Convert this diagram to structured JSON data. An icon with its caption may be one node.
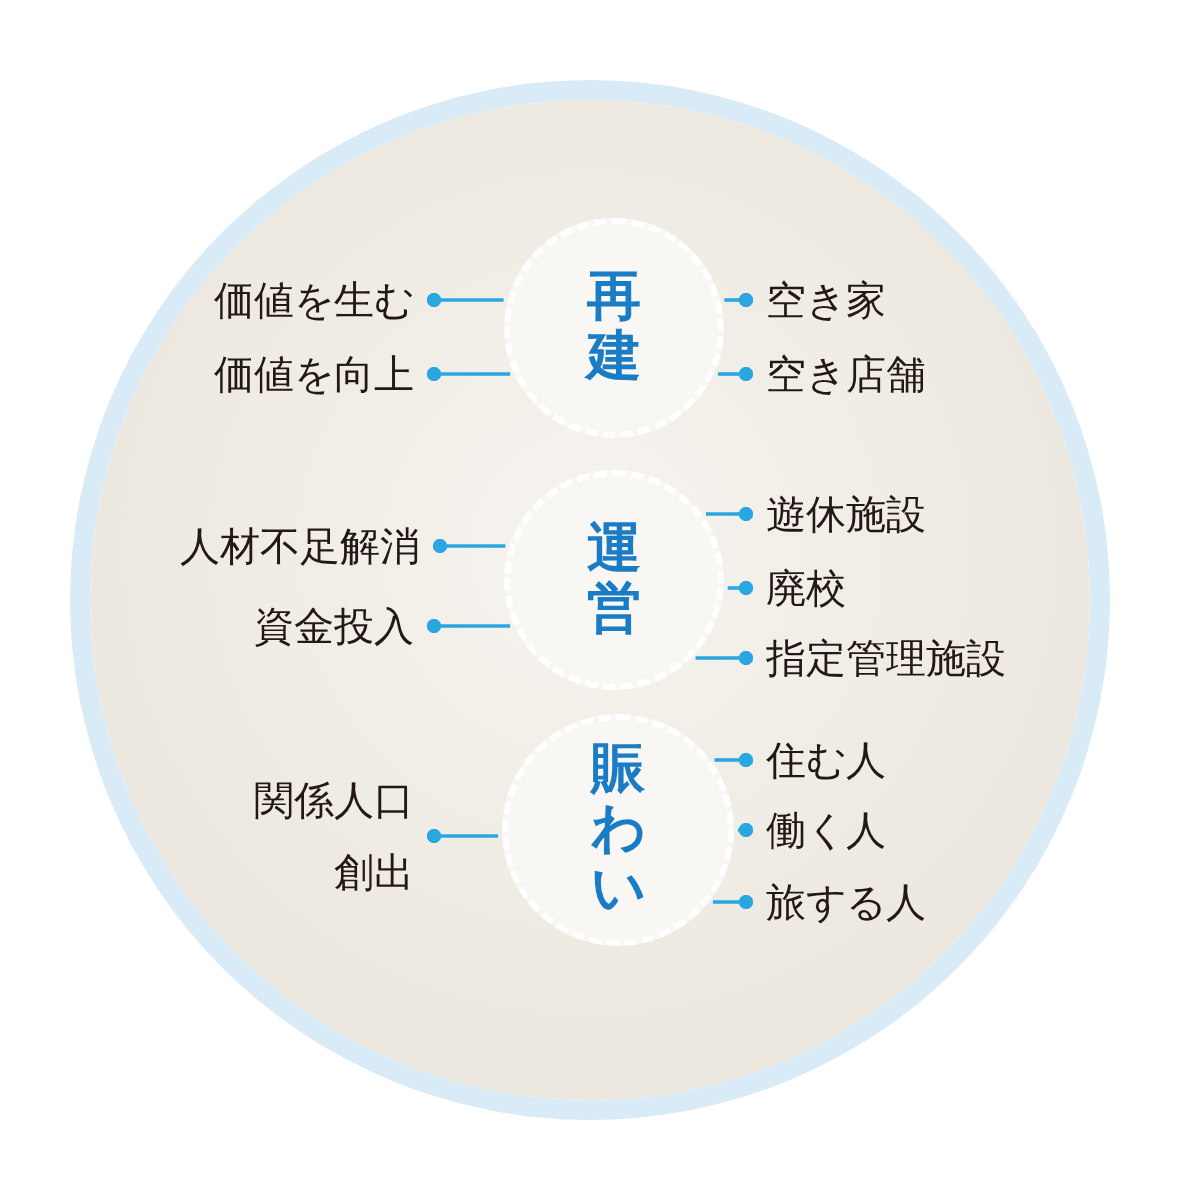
{
  "diagram": {
    "nodes": [
      {
        "text": [],
        "shape": "circle"
      },
      {
        "text": [
          "再建"
        ],
        "in": 0
      },
      {
        "text": [
          "価値を生む"
        ],
        "in": 0
      },
      {
        "text": [
          "価値を向上"
        ],
        "in": 0
      },
      {
        "text": [
          "空き家"
        ],
        "in": 0
      },
      {
        "text": [
          "空き店舗"
        ],
        "in": 0
      },
      {
        "text": [
          "運営"
        ],
        "in": 0
      },
      {
        "text": [
          "人材不足解消"
        ],
        "in": 0
      },
      {
        "text": [
          "資金投入"
        ],
        "in": 0
      },
      {
        "text": [
          "遊休施設"
        ],
        "in": 0
      },
      {
        "text": [
          "廃校"
        ],
        "in": 0
      },
      {
        "text": [
          "指定管理施設"
        ],
        "in": 0
      },
      {
        "text": [
          "賑わい"
        ],
        "in": 0
      },
      {
        "text": [
          "関係人口創出"
        ],
        "in": 0
      },
      {
        "text": [
          "住む人"
        ],
        "in": 0
      },
      {
        "text": [
          "働く人"
        ],
        "in": 0
      },
      {
        "text": [
          "旅する人"
        ],
        "in": 0
      }
    ],
    "edges": [
      {
        "from": 1,
        "to": 2,
        "arrow": "other"
      },
      {
        "from": 1,
        "to": 3,
        "arrow": "other"
      },
      {
        "from": 1,
        "to": 4,
        "arrow": "other"
      },
      {
        "from": 1,
        "to": 5,
        "arrow": "other"
      },
      {
        "from": 6,
        "to": 7,
        "arrow": "other"
      },
      {
        "from": 6,
        "to": 8,
        "arrow": "other"
      },
      {
        "from": 6,
        "to": 9,
        "arrow": "other"
      },
      {
        "from": 6,
        "to": 10,
        "arrow": "other"
      },
      {
        "from": 6,
        "to": 11,
        "arrow": "other"
      },
      {
        "from": 12,
        "to": 13,
        "arrow": "other"
      },
      {
        "from": 12,
        "to": 14,
        "arrow": "other"
      },
      {
        "from": 12,
        "to": 15,
        "arrow": "other"
      },
      {
        "from": 12,
        "to": 16,
        "arrow": "other"
      }
    ]
  }
}
